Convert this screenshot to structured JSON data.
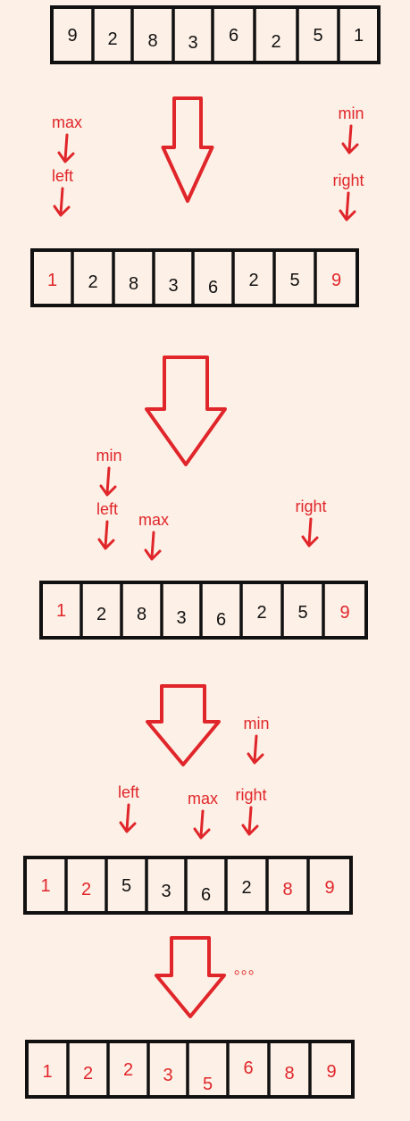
{
  "colors": {
    "background": "#fdf0e6",
    "accent": "#e0262a",
    "ink": "#111111"
  },
  "steps": [
    {
      "cells": [
        {
          "v": "9",
          "red": false
        },
        {
          "v": "2",
          "red": false
        },
        {
          "v": "8",
          "red": false
        },
        {
          "v": "3",
          "red": false
        },
        {
          "v": "6",
          "red": false
        },
        {
          "v": "2",
          "red": false
        },
        {
          "v": "5",
          "red": false
        },
        {
          "v": "1",
          "red": false
        }
      ],
      "pointers": []
    },
    {
      "cells": [
        {
          "v": "1",
          "red": true
        },
        {
          "v": "2",
          "red": false
        },
        {
          "v": "8",
          "red": false
        },
        {
          "v": "3",
          "red": false
        },
        {
          "v": "6",
          "red": false
        },
        {
          "v": "2",
          "red": false
        },
        {
          "v": "5",
          "red": false
        },
        {
          "v": "9",
          "red": true
        }
      ],
      "pointers": [
        "max",
        "left",
        "min",
        "right"
      ]
    },
    {
      "cells": [
        {
          "v": "1",
          "red": true
        },
        {
          "v": "2",
          "red": false
        },
        {
          "v": "8",
          "red": false
        },
        {
          "v": "3",
          "red": false
        },
        {
          "v": "6",
          "red": false
        },
        {
          "v": "2",
          "red": false
        },
        {
          "v": "5",
          "red": false
        },
        {
          "v": "9",
          "red": true
        }
      ],
      "pointers": [
        "min",
        "left",
        "max",
        "right"
      ]
    },
    {
      "cells": [
        {
          "v": "1",
          "red": true
        },
        {
          "v": "2",
          "red": true
        },
        {
          "v": "5",
          "red": false
        },
        {
          "v": "3",
          "red": false
        },
        {
          "v": "6",
          "red": false
        },
        {
          "v": "2",
          "red": false
        },
        {
          "v": "8",
          "red": true
        },
        {
          "v": "9",
          "red": true
        }
      ],
      "pointers": [
        "min",
        "left",
        "max",
        "right"
      ]
    },
    {
      "cells": [
        {
          "v": "1",
          "red": true
        },
        {
          "v": "2",
          "red": true
        },
        {
          "v": "2",
          "red": true
        },
        {
          "v": "3",
          "red": true
        },
        {
          "v": "5",
          "red": true
        },
        {
          "v": "6",
          "red": true
        },
        {
          "v": "8",
          "red": true
        },
        {
          "v": "9",
          "red": true
        }
      ],
      "pointers": []
    }
  ],
  "ellipsis": "。。。"
}
